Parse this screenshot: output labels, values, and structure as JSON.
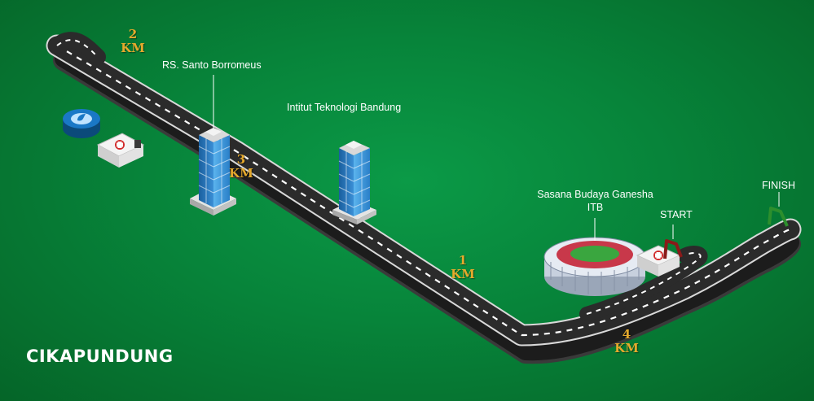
{
  "map": {
    "area_label": "CIKAPUNDUNG",
    "landmarks": {
      "hospital": "RS. Santo Borromeus",
      "institute": "Intitut Teknologi Bandung",
      "stadium_line1": "Sasana Budaya Ganesha",
      "stadium_line2": "ITB"
    },
    "route": {
      "start": "START",
      "finish": "FINISH"
    },
    "km_markers": [
      {
        "number": "1",
        "unit": "KM"
      },
      {
        "number": "2",
        "unit": "KM"
      },
      {
        "number": "3",
        "unit": "KM"
      },
      {
        "number": "4",
        "unit": "KM"
      }
    ],
    "icons": [
      "water-station-icon",
      "first-aid-icon",
      "start-flag-icon",
      "finish-flag-icon",
      "building-icon",
      "stadium-icon"
    ],
    "colors": {
      "background": "#07843a",
      "road": "#2b2b2b",
      "road_side": "#3a3a3a",
      "km_text": "#e5a92c",
      "flag_start": "#8a1a1a",
      "flag_finish": "#2d8f2d"
    }
  }
}
